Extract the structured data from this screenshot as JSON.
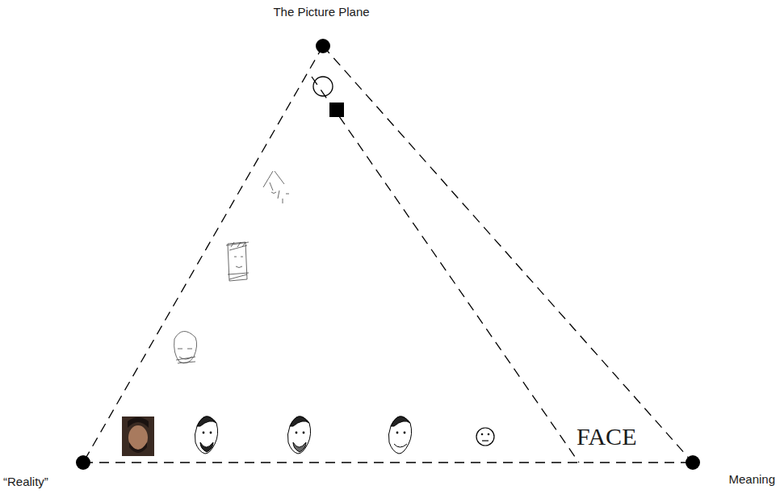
{
  "diagram": {
    "labels": [
      "The Picture Plane",
      "“Reality”",
      "Meaning",
      "FACE"
    ]
  }
}
